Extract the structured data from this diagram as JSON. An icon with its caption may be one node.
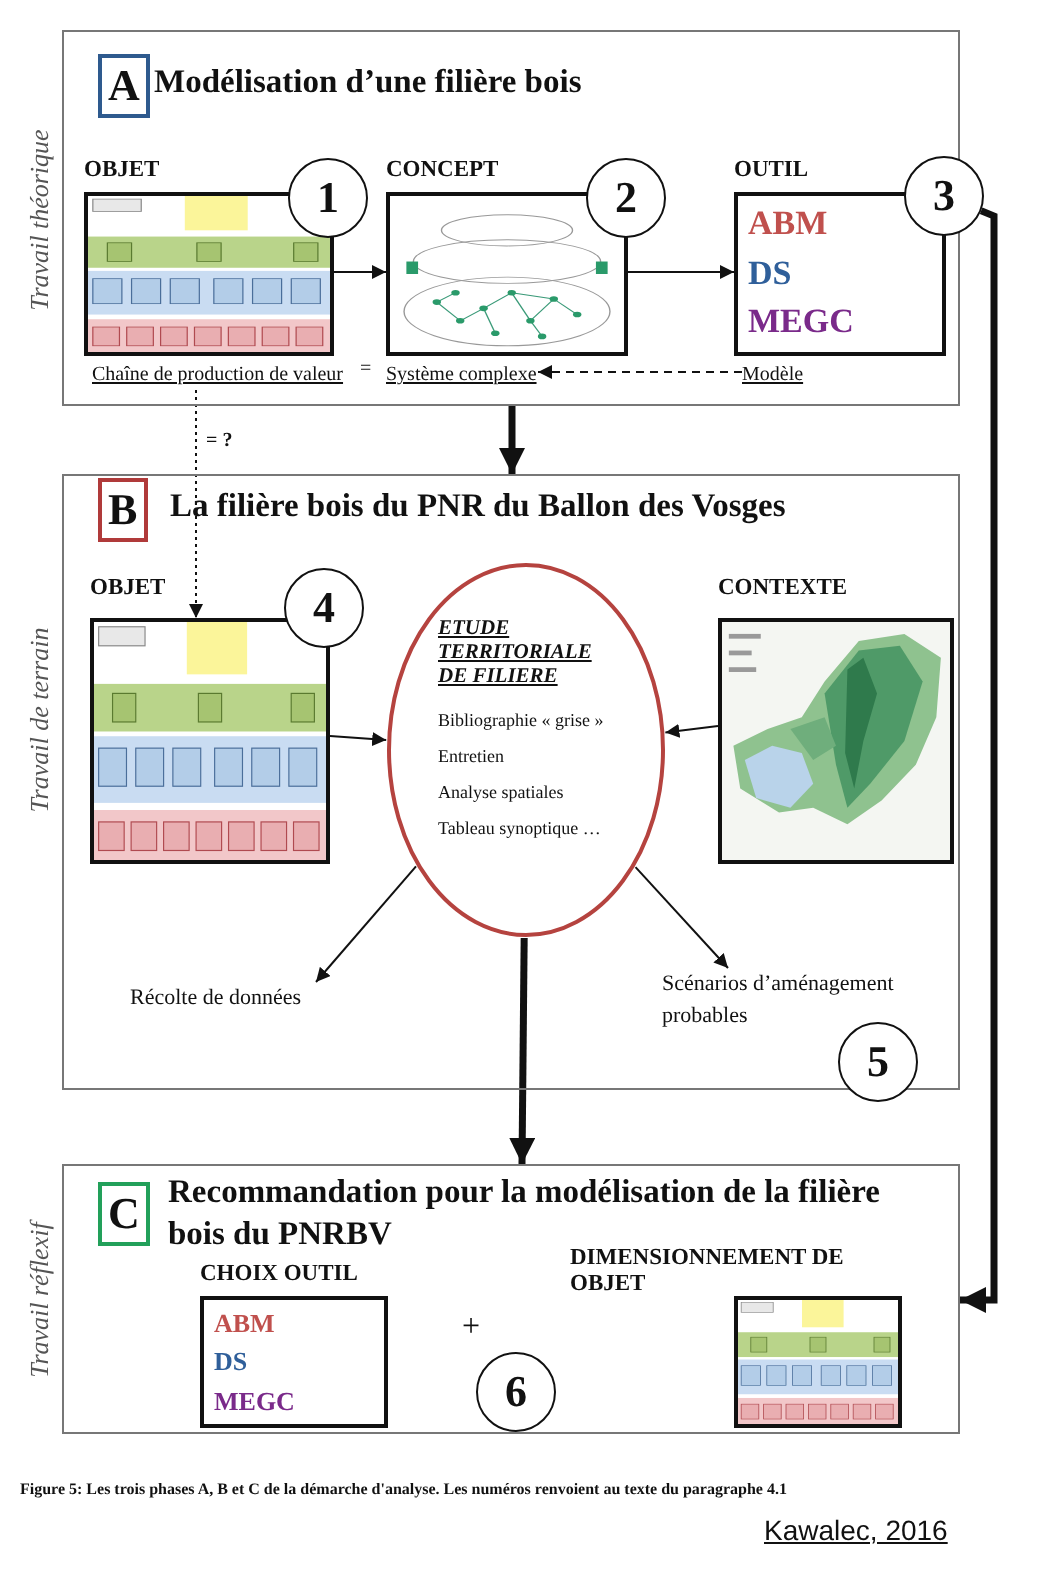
{
  "diagram": {
    "caption": "Figure 5: Les trois phases A, B et C de la démarche d'analyse. Les numéros renvoient au texte du paragraphe 4.1",
    "nodes": [
      {
        "text": [
          "A",
          "Modélisation d’une filière bois"
        ],
        "beside": [
          "Travail théorique"
        ]
      },
      {
        "text": [
          "OBJET"
        ],
        "in": 0
      },
      {
        "text": [
          "1"
        ],
        "in": 0
      },
      {
        "text": [
          "CONCEPT"
        ],
        "in": 0
      },
      {
        "text": [
          "2"
        ],
        "in": 0
      },
      {
        "text": [
          "OUTIL",
          "ABM",
          "DS",
          "MEGC"
        ],
        "in": 0
      },
      {
        "text": [
          "3"
        ]
      },
      {
        "text": [
          "Chaîne de production de valeur"
        ],
        "in": 0
      },
      {
        "text": [
          "Système complexe"
        ],
        "in": 0
      },
      {
        "text": [
          "Modèle"
        ],
        "in": 0
      },
      {
        "text": [
          "B",
          "La filière bois du PNR du Ballon des Vosges"
        ],
        "beside": [
          "Travail de terrain"
        ]
      },
      {
        "text": [
          "OBJET"
        ],
        "in": 10
      },
      {
        "text": [
          "4"
        ],
        "in": 10
      },
      {
        "text": [
          "ETUDE TERRITORIALE DE FILIERE",
          "Bibliographie « grise »",
          "Entretien",
          "Analyse spatiales",
          "Tableau synoptique …"
        ],
        "in": 10
      },
      {
        "text": [
          "CONTEXTE"
        ],
        "in": 10
      },
      {
        "text": [
          "Récolte de données"
        ],
        "in": 10
      },
      {
        "text": [
          "Scénarios d’aménagement probables"
        ],
        "in": 10
      },
      {
        "text": [
          "5"
        ],
        "in": 10
      },
      {
        "text": [
          "C",
          "Recommandation pour la modélisation de la filière bois du PNRBV"
        ],
        "beside": [
          "Travail réflexif"
        ]
      },
      {
        "text": [
          "CHOIX OUTIL",
          "ABM",
          "DS",
          "MEGC"
        ],
        "in": 18
      },
      {
        "text": [
          "DIMENSIONNEMENT DE OBJET"
        ],
        "in": 18
      },
      {
        "text": [
          "6"
        ],
        "in": 18
      }
    ],
    "edges": [
      {
        "from": 1,
        "to": 3,
        "arrow": "to"
      },
      {
        "from": 3,
        "to": 5,
        "arrow": "to"
      },
      {
        "from": 9,
        "to": 8,
        "arrow": "to",
        "style": "dashed"
      },
      {
        "from": 0,
        "to": 10,
        "arrow": "to",
        "style": "thick"
      },
      {
        "from": 6,
        "to": 18,
        "arrow": "to",
        "style": "thick"
      },
      {
        "from": 7,
        "to": 11,
        "arrow": "to",
        "style": "dashed",
        "label": "= ?"
      },
      {
        "from": 11,
        "to": 13,
        "arrow": "to"
      },
      {
        "from": 14,
        "to": 13,
        "arrow": "to"
      },
      {
        "from": 13,
        "to": 15,
        "arrow": "to"
      },
      {
        "from": 13,
        "to": 16,
        "arrow": "to"
      },
      {
        "from": 13,
        "to": 18,
        "arrow": "to",
        "style": "thick"
      }
    ],
    "labels": [
      "=",
      "+",
      "Kawalec, 2016"
    ]
  }
}
